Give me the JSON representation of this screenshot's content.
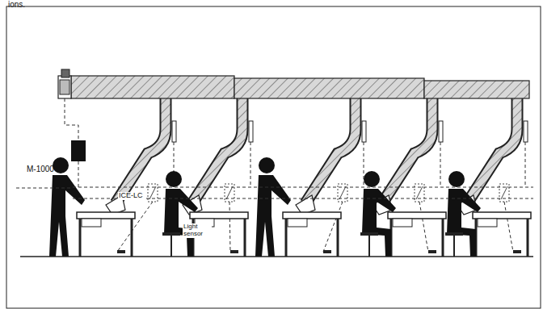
{
  "diagram": {
    "labels": [
      "ions.",
      "M-1000",
      "ICE-LC",
      "Light sensor"
    ]
  }
}
